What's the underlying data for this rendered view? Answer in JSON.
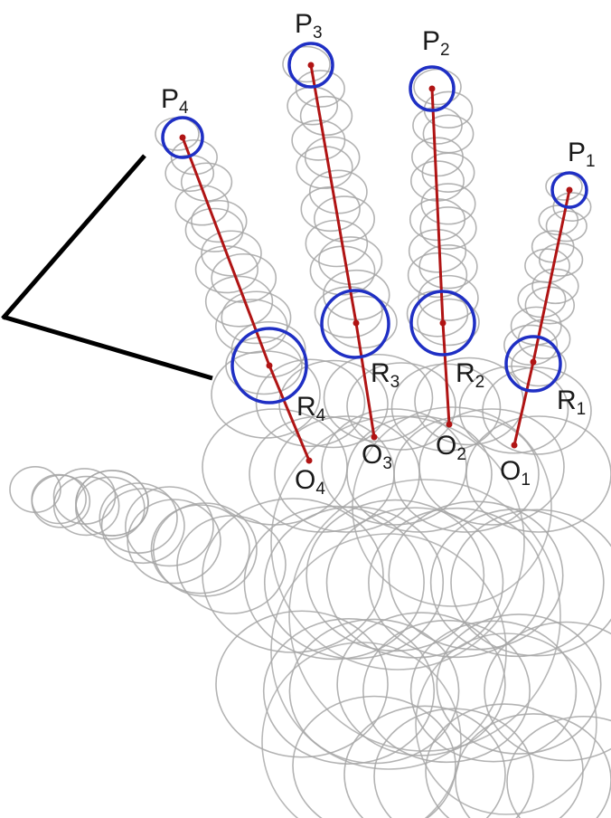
{
  "colors": {
    "hand_circles": "#a6a6a6",
    "joint_circles": "#1f2fc4",
    "finger_axes": "#b01414",
    "pointer_lines": "#000000",
    "background": "#ffffff"
  },
  "labels": {
    "p1": {
      "base": "P",
      "sub": "1"
    },
    "p2": {
      "base": "P",
      "sub": "2"
    },
    "p3": {
      "base": "P",
      "sub": "3"
    },
    "p4": {
      "base": "P",
      "sub": "4"
    },
    "r1": {
      "base": "R",
      "sub": "1"
    },
    "r2": {
      "base": "R",
      "sub": "2"
    },
    "r3": {
      "base": "R",
      "sub": "3"
    },
    "r4": {
      "base": "R",
      "sub": "4"
    },
    "o1": {
      "base": "O",
      "sub": "1"
    },
    "o2": {
      "base": "O",
      "sub": "2"
    },
    "o3": {
      "base": "O",
      "sub": "3"
    },
    "o4": {
      "base": "O",
      "sub": "4"
    }
  }
}
